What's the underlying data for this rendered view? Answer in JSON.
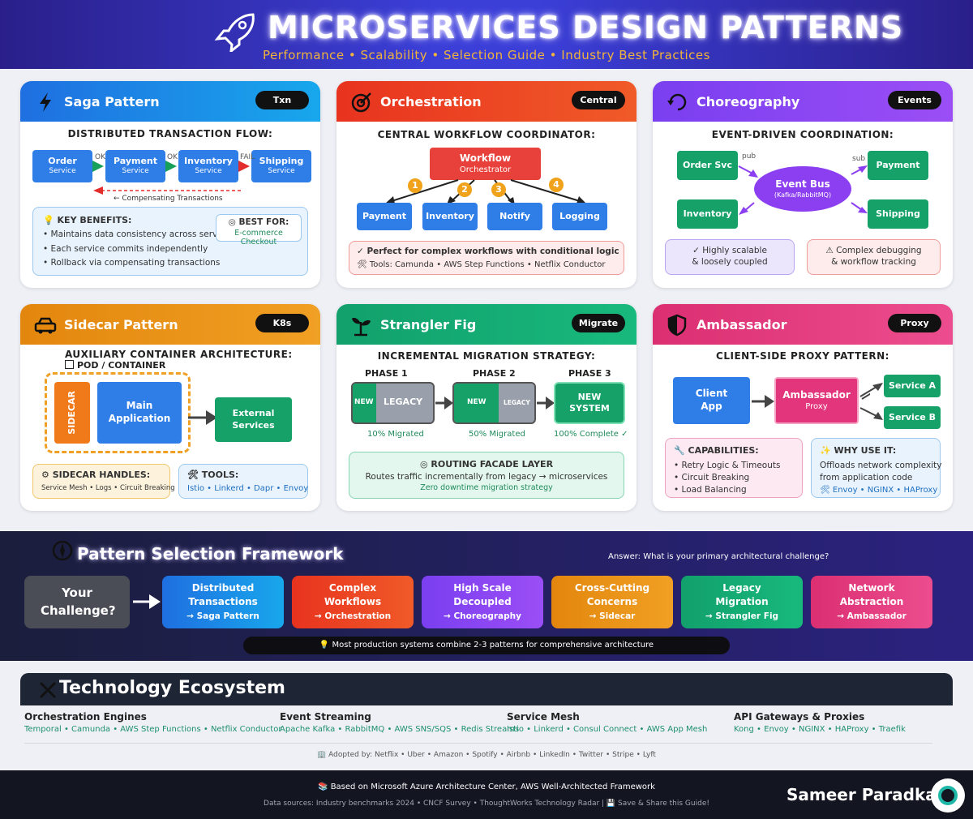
{
  "header": {
    "title": "MICROSERVICES DESIGN PATTERNS",
    "subtitle": "Performance • Scalability • Selection Guide • Industry Best Practices"
  },
  "colors": {
    "saga": "#1a8fe0",
    "orchestration": "#e63a23",
    "choreography": "#8b3ff0",
    "sidecar": "#e88a10",
    "strangler": "#14a36b",
    "ambassador": "#e2357b"
  },
  "saga": {
    "title": "Saga Pattern",
    "tag": "Txn",
    "flow_title": "DISTRIBUTED TRANSACTION FLOW:",
    "boxes": [
      {
        "name": "Order",
        "sub": "Service"
      },
      {
        "name": "Payment",
        "sub": "Service"
      },
      {
        "name": "Inventory",
        "sub": "Service"
      },
      {
        "name": "Shipping",
        "sub": "Service"
      }
    ],
    "arrow_labels": [
      "OK",
      "OK",
      "FAIL"
    ],
    "compensating": "← Compensating Transactions",
    "benefits_title": "KEY BENEFITS:",
    "benefits": [
      "• Maintains data consistency across services",
      "• Each service commits independently",
      "• Rollback via compensating transactions"
    ],
    "best_for_title": "BEST FOR:",
    "best_for": "E-commerce Checkout"
  },
  "orchestration": {
    "title": "Orchestration",
    "tag": "Central",
    "flow_title": "CENTRAL WORKFLOW COORDINATOR:",
    "orchestrator": {
      "name": "Workflow",
      "sub": "Orchestrator"
    },
    "steps": [
      "1",
      "2",
      "3",
      "4"
    ],
    "services": [
      "Payment",
      "Inventory",
      "Notify",
      "Logging"
    ],
    "note_title": "✓ Perfect for complex workflows with conditional logic",
    "tools": "Tools: Camunda • AWS Step Functions • Netflix Conductor"
  },
  "choreography": {
    "title": "Choreography",
    "tag": "Events",
    "flow_title": "EVENT-DRIVEN COORDINATION:",
    "bus": {
      "name": "Event Bus",
      "sub": "(Kafka/RabbitMQ)"
    },
    "services": [
      "Order Svc",
      "Inventory",
      "Payment",
      "Shipping"
    ],
    "pub": "pub",
    "sub": "sub",
    "pro": [
      "✓ Highly scalable",
      "& loosely coupled"
    ],
    "con": [
      "⚠ Complex debugging",
      "& workflow tracking"
    ]
  },
  "sidecar": {
    "title": "Sidecar Pattern",
    "tag": "K8s",
    "flow_title": "AUXILIARY CONTAINER ARCHITECTURE:",
    "pod": "POD / CONTAINER",
    "sidecar_label": "SIDECAR",
    "main": {
      "name": "Main",
      "sub": "Application"
    },
    "external": {
      "name": "External",
      "sub": "Services"
    },
    "handles_title": "SIDECAR HANDLES:",
    "handles": "Service Mesh • Logs • Circuit Breaking",
    "tools_title": "TOOLS:",
    "tools": "Istio • Linkerd • Dapr • Envoy"
  },
  "strangler": {
    "title": "Strangler Fig",
    "tag": "Migrate",
    "flow_title": "INCREMENTAL MIGRATION STRATEGY:",
    "phases": [
      {
        "label": "PHASE 1",
        "new": "NEW",
        "legacy": "LEGACY",
        "status": "10% Migrated"
      },
      {
        "label": "PHASE 2",
        "new": "NEW",
        "legacy": "LEGACY",
        "status": "50% Migrated"
      },
      {
        "label": "PHASE 3",
        "system": "NEW SYSTEM",
        "status": "100% Complete ✓"
      }
    ],
    "facade_title": "ROUTING FACADE LAYER",
    "facade_text": "Routes traffic incrementally from legacy → microservices",
    "facade_sub": "Zero downtime migration strategy"
  },
  "ambassador": {
    "title": "Ambassador",
    "tag": "Proxy",
    "flow_title": "CLIENT-SIDE PROXY PATTERN:",
    "client": {
      "name": "Client",
      "sub": "App"
    },
    "proxy": {
      "name": "Ambassador",
      "sub": "Proxy"
    },
    "services": [
      "Service A",
      "Service B"
    ],
    "cap_title": "CAPABILITIES:",
    "capabilities": [
      "• Retry Logic & Timeouts",
      "• Circuit Breaking",
      "• Load Balancing"
    ],
    "why_title": "WHY USE IT:",
    "why": [
      "Offloads network complexity",
      "from application code"
    ],
    "why_tools": "Envoy • NGINX • HAProxy"
  },
  "framework": {
    "title": "Pattern Selection Framework",
    "answer": "Answer: What is your primary architectural challenge?",
    "start": "Your Challenge?",
    "options": [
      {
        "l1": "Distributed",
        "l2": "Transactions",
        "sub": "→ Saga Pattern"
      },
      {
        "l1": "Complex",
        "l2": "Workflows",
        "sub": "→ Orchestration"
      },
      {
        "l1": "High Scale",
        "l2": "Decoupled",
        "sub": "→ Choreography"
      },
      {
        "l1": "Cross-Cutting",
        "l2": "Concerns",
        "sub": "→ Sidecar"
      },
      {
        "l1": "Legacy",
        "l2": "Migration",
        "sub": "→ Strangler Fig"
      },
      {
        "l1": "Network",
        "l2": "Abstraction",
        "sub": "→ Ambassador"
      }
    ],
    "tip": "💡 Most production systems combine 2-3 patterns for comprehensive architecture"
  },
  "ecosystem": {
    "title": "Technology Ecosystem",
    "columns": [
      {
        "heading": "Orchestration Engines",
        "values": "Temporal • Camunda • AWS Step Functions • Netflix Conductor"
      },
      {
        "heading": "Event Streaming",
        "values": "Apache Kafka • RabbitMQ • AWS SNS/SQS • Redis Streams"
      },
      {
        "heading": "Service Mesh",
        "values": "Istio • Linkerd • Consul Connect • AWS App Mesh"
      },
      {
        "heading": "API Gateways & Proxies",
        "values": "Kong • Envoy • NGINX • HAProxy • Traefik"
      }
    ],
    "adopted": "🏢 Adopted by: Netflix • Uber • Amazon • Spotify • Airbnb • LinkedIn • Twitter • Stripe • Lyft"
  },
  "footer": {
    "line1": "📚 Based on Microsoft Azure Architecture Center, AWS Well-Architected Framework",
    "line2": "Data sources: Industry benchmarks 2024 • CNCF Survey • ThoughtWorks Technology Radar | 💾 Save & Share this Guide!",
    "author": "Sameer Paradkar"
  }
}
